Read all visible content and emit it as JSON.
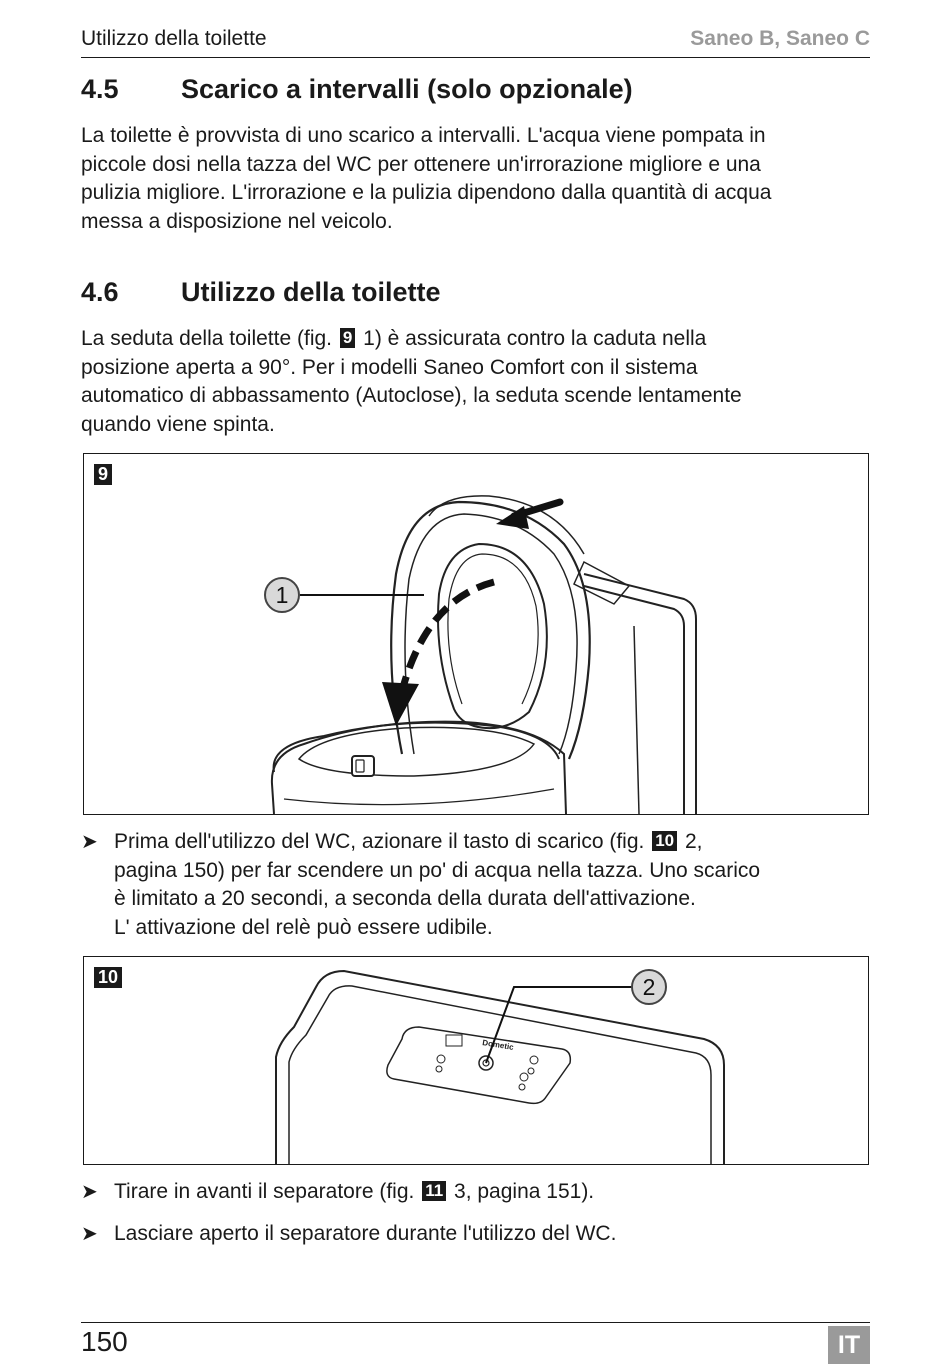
{
  "header": {
    "left": "Utilizzo della toilette",
    "right": "Saneo B, Saneo C"
  },
  "section45": {
    "number": "4.5",
    "title": "Scarico a intervalli (solo opzionale)",
    "lines": [
      "La toilette è provvista di uno scarico a intervalli. L'acqua viene pompata in",
      "piccole dosi nella tazza del WC per ottenere un'irrorazione migliore e una",
      "pulizia migliore. L'irrorazione e la pulizia dipendono dalla quantità di acqua",
      "messa a disposizione nel veicolo."
    ]
  },
  "section46": {
    "number": "4.6",
    "title": "Utilizzo della toilette",
    "line1_before": "La seduta della toilette (fig.",
    "line1_ref": "9",
    "line1_after": "1) è assicurata contro la caduta nella",
    "lines": [
      "posizione aperta a 90°. Per i modelli Saneo Comfort con il sistema",
      "automatico di abbassamento (Autoclose), la seduta scende lentamente",
      "quando viene spinta."
    ]
  },
  "figure9": {
    "label": "9",
    "callout": "1"
  },
  "step1": {
    "arrow": "➤",
    "line1_before": "Prima dell'utilizzo del WC, azionare il tasto di scarico (fig.",
    "line1_ref": "10",
    "line1_after": "2,",
    "lines": [
      "pagina 150) per far scendere un po' di acqua nella tazza. Uno scarico",
      "è limitato a 20 secondi, a seconda della durata dell'attivazione.",
      "L' attivazione del relè può essere udibile."
    ]
  },
  "figure10": {
    "label": "10",
    "callout": "2",
    "brand": "Dometic"
  },
  "step2": {
    "arrow": "➤",
    "before": "Tirare in avanti il separatore (fig.",
    "ref": "11",
    "after": "3, pagina 151)."
  },
  "step3": {
    "arrow": "➤",
    "text": "Lasciare aperto il separatore durante l'utilizzo del WC."
  },
  "footer": {
    "page": "150",
    "lang": "IT"
  }
}
